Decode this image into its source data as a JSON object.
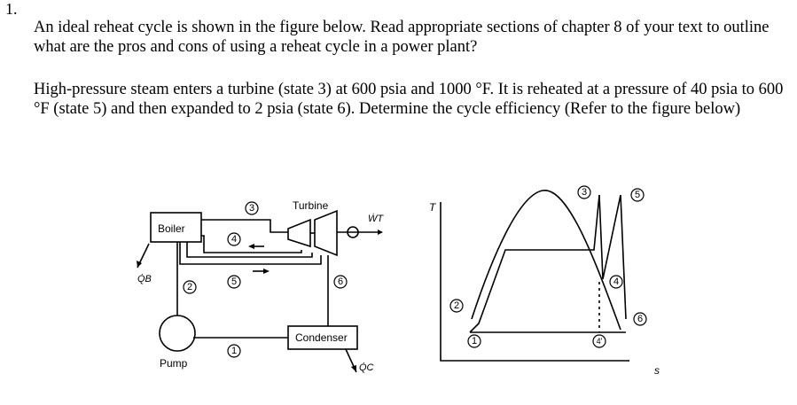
{
  "question": {
    "number": "1.",
    "paragraph1": "An ideal reheat cycle is shown in the figure below. Read appropriate sections of chapter 8 of your text to outline what are the pros and cons of using a reheat cycle in a power plant?",
    "paragraph2": "High-pressure steam enters a turbine (state 3) at 600 psia and 1000 °F. It is reheated at a pressure of 40 psia to 600 °F (state 5) and then expanded to 2 psia (state 6). Determine the cycle efficiency (Refer to the figure below)"
  },
  "schematic": {
    "boiler_label": "Boiler",
    "turbine_label": "Turbine",
    "condenser_label": "Condenser",
    "pump_label": "Pump",
    "qb_label": "Q̇B",
    "qc_label": "Q̇C",
    "wt_label": "ẆT",
    "states": [
      "1",
      "2",
      "3",
      "4",
      "5",
      "6"
    ]
  },
  "ts_diagram": {
    "t_axis_label": "T",
    "s_axis_label": "s",
    "states": [
      "1",
      "2",
      "3",
      "4",
      "4'",
      "5",
      "6"
    ]
  }
}
